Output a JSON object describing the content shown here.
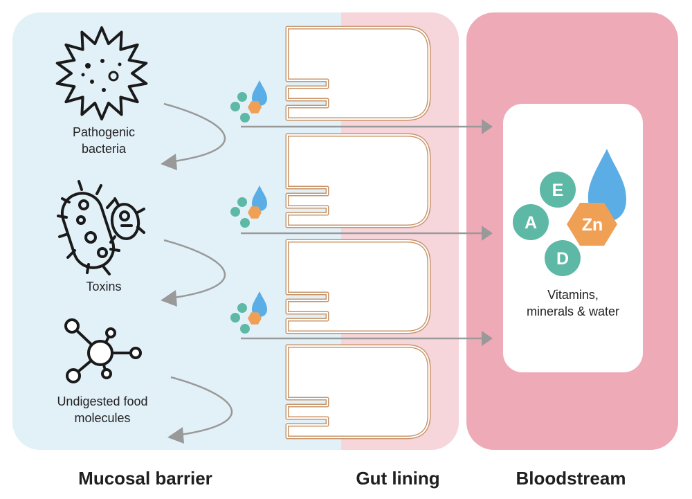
{
  "sections": {
    "mucosal_barrier": "Mucosal barrier",
    "gut_lining": "Gut lining",
    "bloodstream": "Bloodstream"
  },
  "threats": [
    {
      "label_lines": [
        "Pathogenic",
        "bacteria"
      ],
      "icon": "virus-icon"
    },
    {
      "label_lines": [
        "Toxins"
      ],
      "icon": "bacteria-icon"
    },
    {
      "label_lines": [
        "Undigested food",
        "molecules"
      ],
      "icon": "molecule-icon"
    }
  ],
  "nutrients": {
    "badges": [
      "E",
      "A",
      "Zn",
      "D"
    ],
    "label_lines": [
      "Vitamins,",
      "minerals & water"
    ]
  },
  "colors": {
    "mucosal_bg": "#e2f0f8",
    "gut_bg": "#f6d5db",
    "blood_bg": "#eeaab6",
    "teal": "#5db8a6",
    "orange": "#f0a054",
    "water_blue": "#5aaee5",
    "villi_outline": "#c8956a",
    "arrow_gray": "#999999"
  }
}
